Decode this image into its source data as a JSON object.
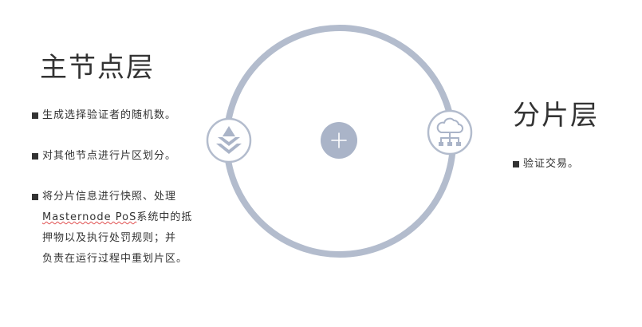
{
  "colors": {
    "ring": "#b3bccd",
    "node_fill": "#ffffff",
    "center_fill": "#aab4c8",
    "text": "#333333"
  },
  "master": {
    "title": "主节点层",
    "items": [
      "生成选择验证者的随机数。",
      "对其他节点进行片区划分。"
    ],
    "item3_prefix": "将分片信息进行快照、处理",
    "item3_brand": "Masternode PoS",
    "item3_rest_1": "系统中的抵",
    "item3_rest_2": "押物以及执行处罚规则；并",
    "item3_rest_3": "负责在运行过程中重划片区。"
  },
  "shard": {
    "title": "分片层",
    "items": [
      "验证交易。"
    ]
  },
  "icons": {
    "left_node": "layers-icon",
    "right_node": "cloud-network-icon",
    "center": "plus-icon"
  }
}
